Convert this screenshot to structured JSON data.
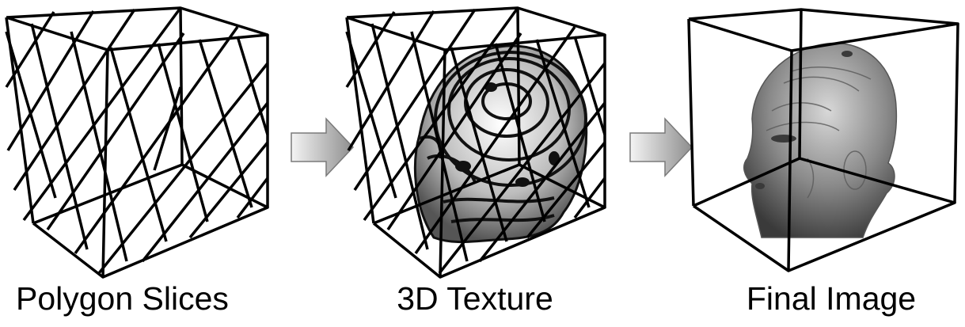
{
  "captions": {
    "polygon_slices": "Polygon Slices",
    "texture_3d": "3D Texture",
    "final_image": "Final Image"
  },
  "colors": {
    "line": "#000000",
    "arrow_fill_light": "#f2f2f2",
    "arrow_fill_dark": "#9a9a9a",
    "arrow_stroke": "#7a7a7a",
    "head_skin": "#9c9c9c",
    "texture_dark": "#1a1a1a"
  },
  "icons": {
    "arrow_1": "right-arrow-icon",
    "arrow_2": "right-arrow-icon"
  }
}
